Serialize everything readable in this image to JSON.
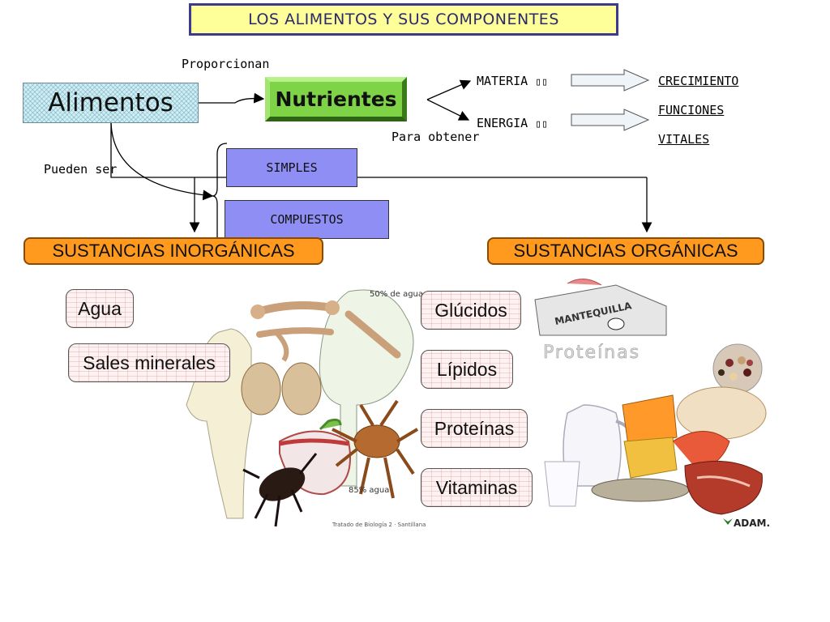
{
  "title": "LOS ALIMENTOS Y SUS COMPONENTES",
  "alimentos": "Alimentos",
  "nutrientes": "Nutrientes",
  "proporcionan": "Proporcionan",
  "materia": "MATERIA",
  "energia": "ENERGIA",
  "para_obtener": "Para obtener",
  "results": [
    "CRECIMIENTO",
    "FUNCIONES",
    "VITALES"
  ],
  "pueden_ser": "Pueden ser",
  "simples": "SIMPLES",
  "compuestos": "COMPUESTOS",
  "inorganicas": "SUSTANCIAS INORGÁNICAS",
  "organicas": "SUSTANCIAS ORGÁNICAS",
  "inorganic_items": [
    "Agua",
    "Sales minerales"
  ],
  "organic_items": [
    "Glúcidos",
    "Lípidos",
    "Proteínas",
    "Vitaminas"
  ],
  "illustration_left": {
    "label_top": "50% de agua",
    "label_bottom": "85% agua",
    "caption": "Tratado de Biología 2 · Santillana"
  },
  "illustration_right": {
    "package_label": "MANTEQUILLA",
    "proteinas_label": "Proteínas",
    "brand": "ADAM."
  },
  "colors": {
    "title_bg": "#ffff99",
    "nutrientes": "#7fd347",
    "blue_boxes": "#8e8ef5",
    "orange_boxes": "#ff9a1f"
  }
}
